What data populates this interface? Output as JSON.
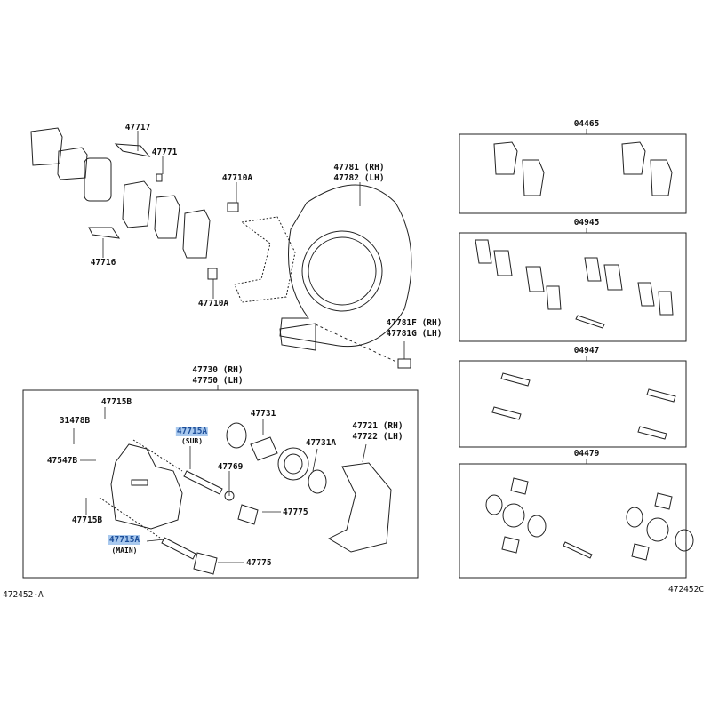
{
  "diagram_id_left": "472452-A",
  "diagram_id_right": "472452C",
  "parts": {
    "p47717": "47717",
    "p47771": "47771",
    "p47716": "47716",
    "p47710A_top": "47710A",
    "p47710A_bottom": "47710A",
    "p47781": "47781 (RH)",
    "p47782": "47782 (LH)",
    "p47781F": "47781F (RH)",
    "p47781G": "47781G (LH)",
    "p47730": "47730 (RH)",
    "p47750": "47750 (LH)",
    "p47715B_top": "47715B",
    "p31478B": "31478B",
    "p47547B": "47547B",
    "p47715B_bottom": "47715B",
    "p47715A_sub": "47715A",
    "sub_label": "(SUB)",
    "p47715A_main": "47715A",
    "main_label": "(MAIN)",
    "p47731": "47731",
    "p47731A": "47731A",
    "p47769": "47769",
    "p47775_a": "47775",
    "p47775_b": "47775",
    "p47721": "47721 (RH)",
    "p47722": "47722 (LH)"
  },
  "kits": [
    {
      "code": "04465"
    },
    {
      "code": "04945"
    },
    {
      "code": "04947"
    },
    {
      "code": "04479"
    }
  ],
  "colors": {
    "highlight_bg": "#a9c9ee",
    "highlight_text": "#1c4e9a"
  }
}
